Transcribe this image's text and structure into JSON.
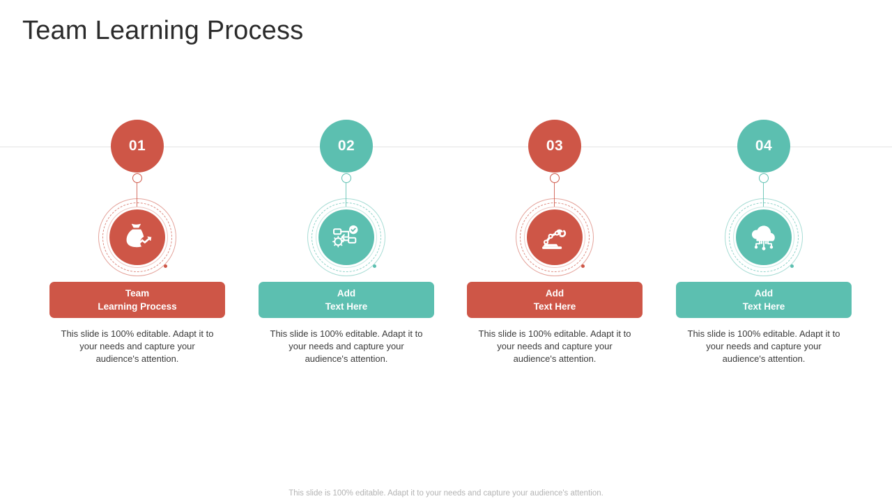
{
  "slide": {
    "title": "Team Learning Process",
    "footer_note": "This slide is 100% editable. Adapt it to your needs and capture your audience's attention."
  },
  "theme": {
    "accent_red": "#ce5647",
    "accent_teal": "#5cbfb0",
    "title_color": "#2b2b2b",
    "body_color": "#3a3a3a",
    "footer_color": "#b3b3b3",
    "rule_color": "#f0f0f0"
  },
  "columns": [
    {
      "number": "01",
      "color": "#ce5647",
      "icon": "money-bag-growth-icon",
      "label_line1": "Team",
      "label_line2": "Learning Process",
      "body": "This slide is 100% editable. Adapt it to your needs and capture your audience's attention."
    },
    {
      "number": "02",
      "color": "#5cbfb0",
      "icon": "workflow-process-icon",
      "label_line1": "Add",
      "label_line2": "Text Here",
      "body": "This slide is 100% editable. Adapt it to your needs and capture your audience's attention."
    },
    {
      "number": "03",
      "color": "#ce5647",
      "icon": "robotic-arm-icon",
      "label_line1": "Add",
      "label_line2": "Text Here",
      "body": "This slide is 100% editable. Adapt it to your needs and capture your audience's attention."
    },
    {
      "number": "04",
      "color": "#5cbfb0",
      "icon": "cloud-network-icon",
      "label_line1": "Add",
      "label_line2": "Text Here",
      "body": "This slide is 100% editable. Adapt it to your needs and capture your audience's attention."
    }
  ]
}
